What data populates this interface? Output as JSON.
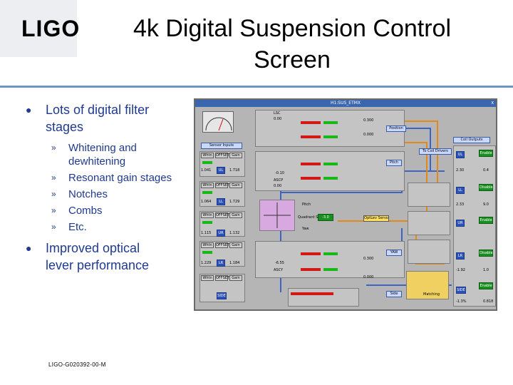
{
  "header": {
    "logo": "LIGO",
    "title_line1": "4k Digital Suspension Control",
    "title_line2": "Screen"
  },
  "bullets": [
    {
      "text_line1": "Lots of digital filter",
      "text_line2": "stages"
    },
    {
      "text_line1": "Improved optical",
      "text_line2": "lever performance"
    }
  ],
  "sub_bullets": [
    {
      "text_line1": "Whitening and",
      "text_line2": "dewhitening"
    },
    {
      "text_line1": "Resonant gain stages",
      "text_line2": ""
    },
    {
      "text_line1": "Notches",
      "text_line2": ""
    },
    {
      "text_line1": "Combs",
      "text_line2": ""
    },
    {
      "text_line1": "Etc.",
      "text_line2": ""
    }
  ],
  "footer": {
    "doc_number": "LIGO-G020392-00-M"
  },
  "screen": {
    "title": "H1:SUS_ETMX",
    "close": "x",
    "colors": {
      "background": "#b5b5b5",
      "title_bar": "#3a66b0",
      "wire_blue": "#3b63c9",
      "wire_orange": "#e08a1c",
      "green": "#18b818",
      "red": "#d41818"
    },
    "labels": {
      "lsc": "LSC",
      "asc_p": "ASCP",
      "asc_y": "ASCY",
      "pitch": "Pitch",
      "yaw": "Yaw",
      "sensor_inputs": "Sensor Inputs",
      "to_coil": "To Coil Drivers",
      "coil_outputs": "Coil Outputs",
      "position": "Position",
      "pitch_out": "Pitch",
      "yaw_out": "YAW",
      "side": "Side",
      "quad_sum": "Quadrant Sum",
      "opt_lev": "OptLev Servo",
      "matching": "Matching"
    },
    "osem_values": [
      "1.041",
      "1.718",
      "1.064",
      "1.729",
      "1.115",
      "1.132",
      "1.229",
      "1.184"
    ],
    "osem_tags": [
      "UL",
      "LL",
      "UR",
      "LR",
      "SIDE"
    ],
    "filter_buttons": [
      "Whtn",
      "OFFSET",
      "Gain"
    ],
    "readouts": [
      "0.00",
      "0.300",
      "0.000",
      "-0.10",
      "-6.55",
      "0.00",
      "-1.92",
      "2.30",
      "0.4",
      "2.33",
      "9.0",
      "-3.0",
      "1.0",
      "0.818",
      "-1.3%"
    ],
    "coil_tags": [
      "UL",
      "LL",
      "UR",
      "LR",
      "SIDE"
    ],
    "coil_states": [
      "Enable",
      "Disable",
      "Enable",
      "Disable",
      "Enable"
    ]
  }
}
